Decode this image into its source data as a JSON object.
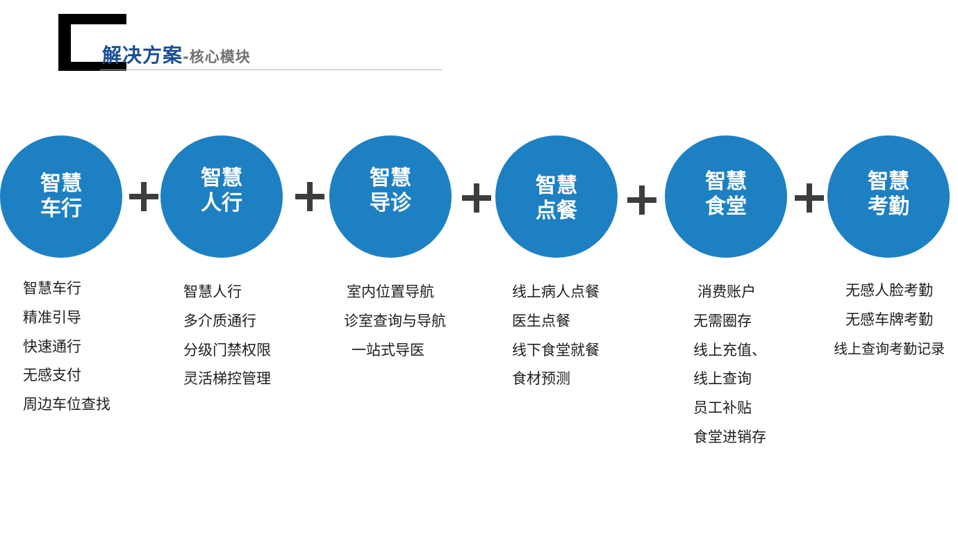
{
  "header": {
    "title": "解决方案",
    "subtitle": "-核心模块"
  },
  "colors": {
    "accent": "#1d80c3",
    "title_blue": "#1a4e96",
    "plus": "#3d3d3d",
    "text": "#1e1e1e"
  },
  "modules": [
    {
      "title_line1": "智慧",
      "title_line2": "车行",
      "features": [
        "智慧车行",
        "精准引导",
        "快速通行",
        "无感支付",
        "周边车位查找"
      ]
    },
    {
      "title_line1": "智慧",
      "title_line2": "人行",
      "features": [
        "智慧人行",
        "多介质通行",
        "分级门禁权限",
        "灵活梯控管理"
      ]
    },
    {
      "title_line1": "智慧",
      "title_line2": "导诊",
      "features": [
        "室内位置导航",
        "诊室查询与导航",
        "一站式导医"
      ]
    },
    {
      "title_line1": "智慧",
      "title_line2": "点餐",
      "features": [
        "线上病人点餐",
        "医生点餐",
        "线下食堂就餐",
        "食材预测"
      ]
    },
    {
      "title_line1": "智慧",
      "title_line2": "食堂",
      "features": [
        "消费账户",
        "无需圈存",
        "线上充值、",
        "线上查询",
        "员工补贴",
        "食堂进销存"
      ]
    },
    {
      "title_line1": "智慧",
      "title_line2": "考勤",
      "features": [
        "无感人脸考勤",
        "无感车牌考勤",
        "线上查询考勤记录"
      ]
    }
  ],
  "connector_icon": "plus-icon"
}
